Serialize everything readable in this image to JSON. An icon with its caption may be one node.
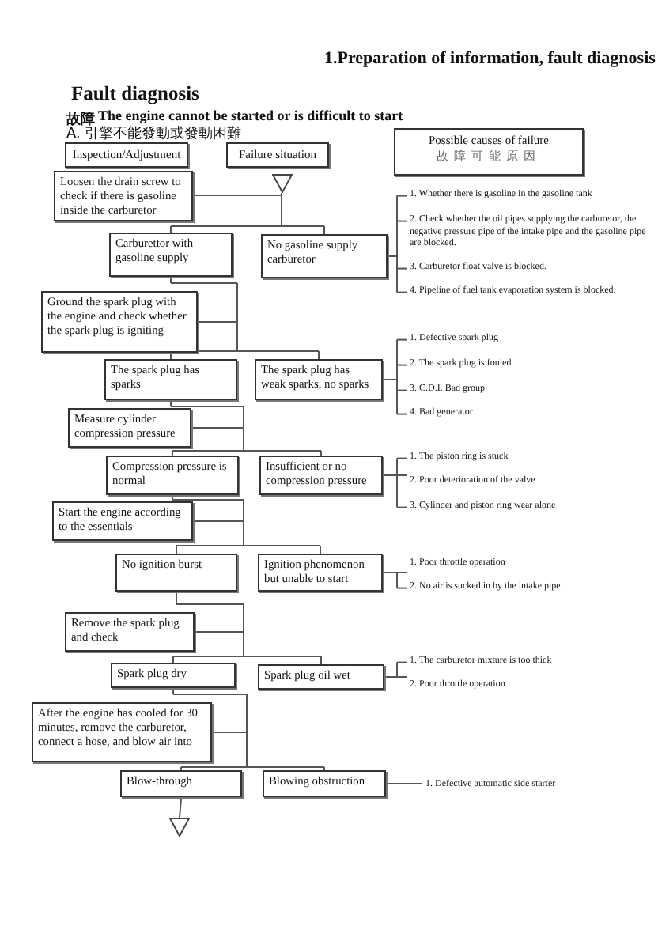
{
  "diagram": {
    "title": "1.Preparation of information, fault diagnosis",
    "nodes": [
      {
        "text": [
          "Inspection/Adjustment"
        ]
      },
      {
        "text": [
          "Failure situation"
        ]
      },
      {
        "text": [
          "Possible causes of failure",
          "故障可能原因"
        ]
      },
      {
        "text": [],
        "shape": "triangle"
      },
      {
        "text": [
          "Loosen the drain screw to check if there is gasoline inside the carburetor"
        ]
      },
      {
        "text": [
          "Carburettor with gasoline supply"
        ]
      },
      {
        "text": [
          "No gasoline supply carburetor"
        ]
      },
      {
        "text": [
          "Ground the spark plug with the engine and check whether the spark plug is igniting"
        ]
      },
      {
        "text": [
          "The spark plug has sparks"
        ]
      },
      {
        "text": [
          "The spark plug has weak sparks, no sparks"
        ]
      },
      {
        "text": [
          "Measure cylinder compression pressure"
        ]
      },
      {
        "text": [
          "Compression pressure is normal"
        ]
      },
      {
        "text": [
          "Insufficient or no compression pressure"
        ]
      },
      {
        "text": [
          "Start the engine according to the essentials"
        ]
      },
      {
        "text": [
          "No ignition burst"
        ]
      },
      {
        "text": [
          "Ignition phenomenon but unable to start"
        ]
      },
      {
        "text": [
          "Remove the spark plug and check"
        ]
      },
      {
        "text": [
          "Spark plug dry"
        ]
      },
      {
        "text": [
          "Spark plug oil wet"
        ]
      },
      {
        "text": [
          "After the engine has cooled for 30 minutes, remove the carburetor, connect a hose, and blow air into"
        ]
      },
      {
        "text": [
          "Blow-through"
        ]
      },
      {
        "text": [
          "Blowing obstruction"
        ]
      },
      {
        "text": [],
        "shape": "triangle"
      },
      {
        "text": [
          "1. Whether there is gasoline in the gasoline tank"
        ]
      },
      {
        "text": [
          "2. Check whether the oil pipes supplying the carburetor, the negative pressure pipe of the intake pipe and the gasoline pipe are blocked."
        ]
      },
      {
        "text": [
          "3. Carburetor float valve is blocked."
        ]
      },
      {
        "text": [
          "4. Pipeline of fuel tank evaporation system is blocked."
        ]
      },
      {
        "text": [
          "1. Defective spark plug"
        ]
      },
      {
        "text": [
          "2. The spark plug is fouled"
        ]
      },
      {
        "text": [
          "3. C.D.I. Bad group"
        ]
      },
      {
        "text": [
          "4. Bad generator"
        ]
      },
      {
        "text": [
          "1. The piston ring is stuck"
        ]
      },
      {
        "text": [
          "2. Poor deterioration of the valve"
        ]
      },
      {
        "text": [
          "3. Cylinder and piston ring wear alone"
        ]
      },
      {
        "text": [
          "1. Poor throttle operation"
        ]
      },
      {
        "text": [
          "2. No air is sucked in by the intake pipe"
        ]
      },
      {
        "text": [
          "1. The carburetor mixture is too thick"
        ]
      },
      {
        "text": [
          "2. Poor throttle operation"
        ]
      },
      {
        "text": [
          "1. Defective automatic side starter"
        ]
      }
    ],
    "edges": [
      {
        "from": 3,
        "to": 5,
        "arrow": "none"
      },
      {
        "from": 3,
        "to": 6,
        "arrow": "none"
      },
      {
        "from": 4,
        "to": 5,
        "arrow": "none"
      },
      {
        "from": 4,
        "to": 6,
        "arrow": "none"
      },
      {
        "from": 5,
        "to": 8,
        "arrow": "none"
      },
      {
        "from": 5,
        "to": 9,
        "arrow": "none"
      },
      {
        "from": 7,
        "to": 8,
        "arrow": "none"
      },
      {
        "from": 7,
        "to": 9,
        "arrow": "none"
      },
      {
        "from": 8,
        "to": 11,
        "arrow": "none"
      },
      {
        "from": 8,
        "to": 12,
        "arrow": "none"
      },
      {
        "from": 10,
        "to": 11,
        "arrow": "none"
      },
      {
        "from": 10,
        "to": 12,
        "arrow": "none"
      },
      {
        "from": 11,
        "to": 14,
        "arrow": "none"
      },
      {
        "from": 11,
        "to": 15,
        "arrow": "none"
      },
      {
        "from": 13,
        "to": 14,
        "arrow": "none"
      },
      {
        "from": 13,
        "to": 15,
        "arrow": "none"
      },
      {
        "from": 14,
        "to": 17,
        "arrow": "none"
      },
      {
        "from": 14,
        "to": 18,
        "arrow": "none"
      },
      {
        "from": 16,
        "to": 17,
        "arrow": "none"
      },
      {
        "from": 16,
        "to": 18,
        "arrow": "none"
      },
      {
        "from": 17,
        "to": 20,
        "arrow": "none"
      },
      {
        "from": 17,
        "to": 21,
        "arrow": "none"
      },
      {
        "from": 19,
        "to": 20,
        "arrow": "none"
      },
      {
        "from": 19,
        "to": 21,
        "arrow": "none"
      },
      {
        "from": 20,
        "to": 22,
        "arrow": "none"
      },
      {
        "from": 6,
        "to": 23,
        "arrow": "none"
      },
      {
        "from": 6,
        "to": 24,
        "arrow": "none"
      },
      {
        "from": 6,
        "to": 25,
        "arrow": "none"
      },
      {
        "from": 6,
        "to": 26,
        "arrow": "none"
      },
      {
        "from": 9,
        "to": 27,
        "arrow": "none"
      },
      {
        "from": 9,
        "to": 28,
        "arrow": "none"
      },
      {
        "from": 9,
        "to": 29,
        "arrow": "none"
      },
      {
        "from": 9,
        "to": 30,
        "arrow": "none"
      },
      {
        "from": 12,
        "to": 31,
        "arrow": "none"
      },
      {
        "from": 12,
        "to": 32,
        "arrow": "none"
      },
      {
        "from": 12,
        "to": 33,
        "arrow": "none"
      },
      {
        "from": 15,
        "to": 34,
        "arrow": "none"
      },
      {
        "from": 15,
        "to": 35,
        "arrow": "none"
      },
      {
        "from": 18,
        "to": 36,
        "arrow": "none"
      },
      {
        "from": 18,
        "to": 37,
        "arrow": "none"
      },
      {
        "from": 21,
        "to": 38,
        "arrow": "none"
      }
    ],
    "labels": [
      "Fault diagnosis",
      "故障",
      "The engine cannot be started or is difficult to start",
      "A. 引擎不能發動或發動困難"
    ]
  }
}
